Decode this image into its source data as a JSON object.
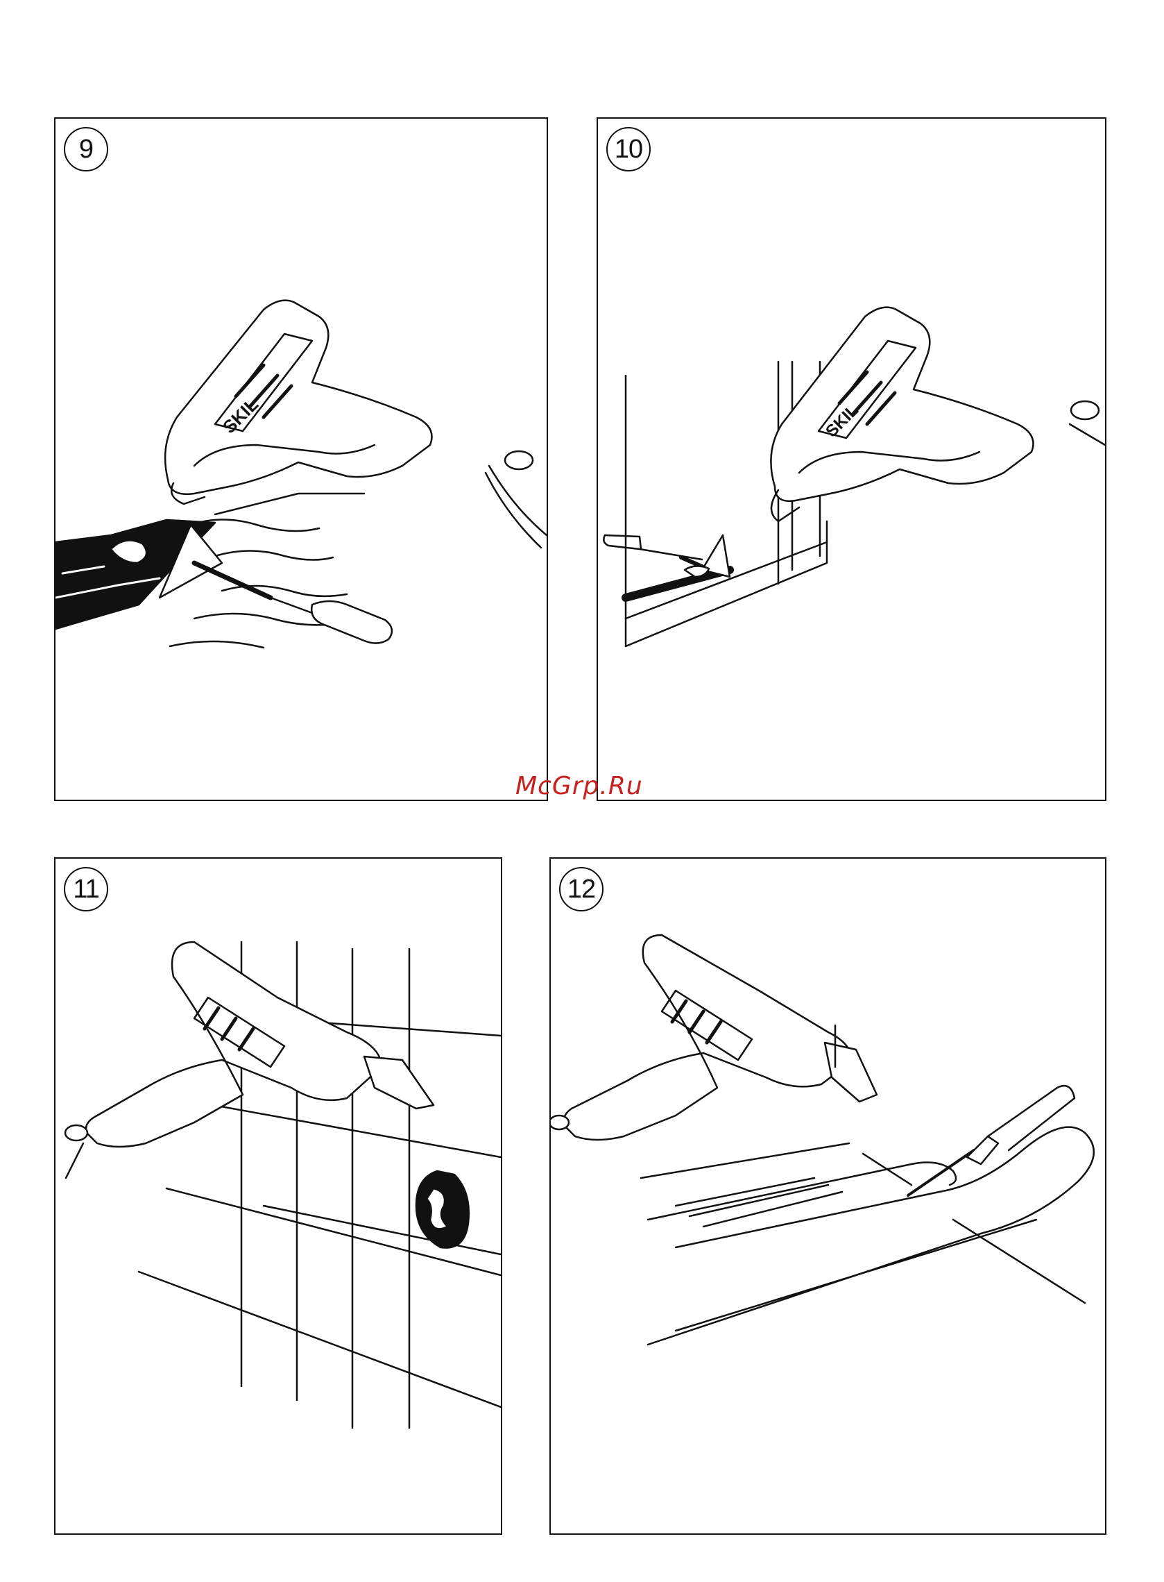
{
  "figures": [
    {
      "id": "fig9",
      "number": "9"
    },
    {
      "id": "fig10",
      "number": "10"
    },
    {
      "id": "fig11",
      "number": "11"
    },
    {
      "id": "fig12",
      "number": "12"
    }
  ],
  "brand_text": "SKIL",
  "watermark": "McGrp.Ru",
  "colors": {
    "line": "#111111",
    "background": "#ffffff",
    "watermark": "#c8201e"
  }
}
